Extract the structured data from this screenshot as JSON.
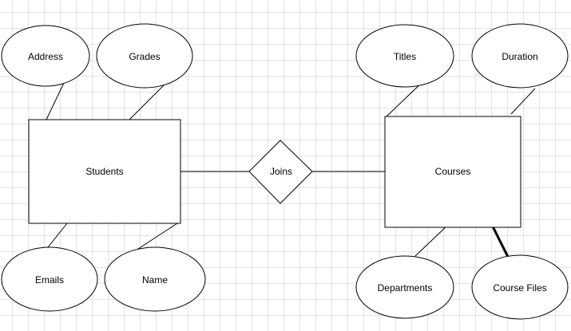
{
  "diagram": {
    "entities": {
      "students": "Students",
      "courses": "Courses"
    },
    "relationship": "Joins",
    "attributes": {
      "address": "Address",
      "grades": "Grades",
      "emails": "Emails",
      "name": "Name",
      "titles": "Titles",
      "duration": "Duration",
      "departments": "Departments",
      "course_files": "Course Files"
    }
  }
}
